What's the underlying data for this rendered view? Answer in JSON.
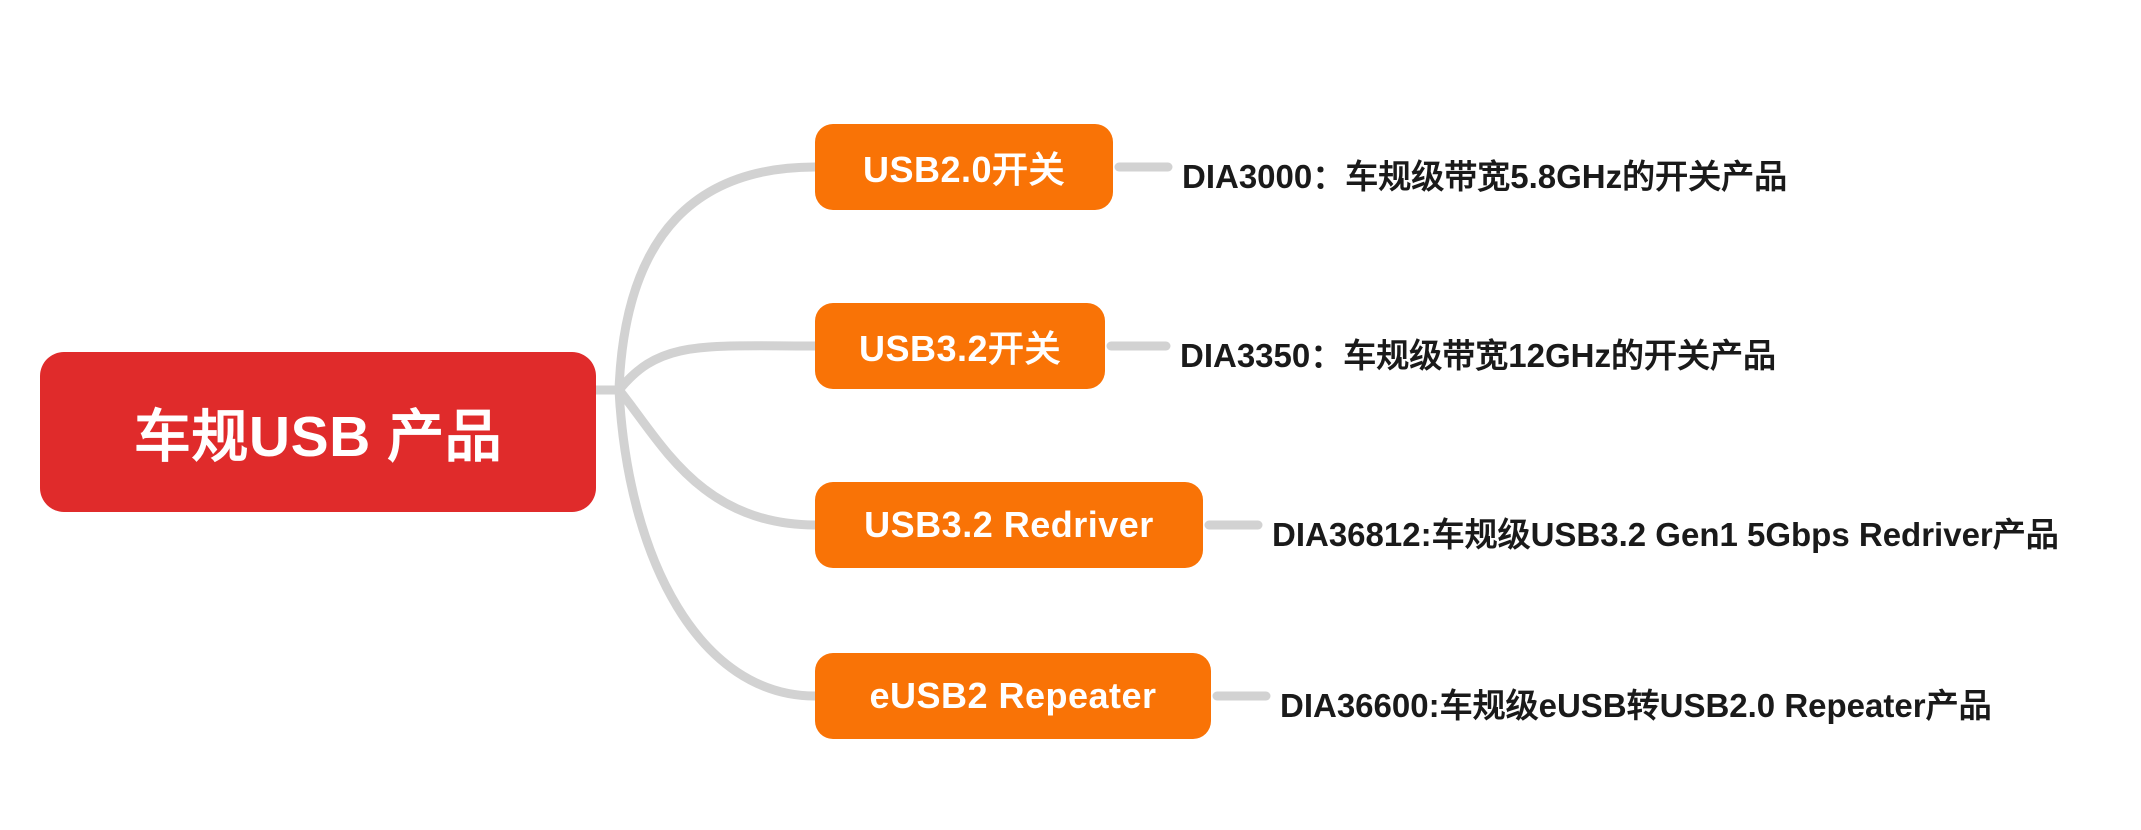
{
  "diagram": {
    "type": "mind-map",
    "orientation": "left-to-right",
    "background_color": "#FFFFFF",
    "connector_color": "#D2D2D2",
    "root": {
      "label": "车规USB 产品",
      "color": "#E02B2B",
      "text_color": "#FFFFFF"
    },
    "branch_color": "#F97306",
    "branch_text_color": "#FFFFFF",
    "leaf_text_color": "#1A1A1A",
    "branches": [
      {
        "label": "USB2.0开关",
        "description": "DIA3000：车规级带宽5.8GHz的开关产品"
      },
      {
        "label": "USB3.2开关",
        "description": "DIA3350：车规级带宽12GHz的开关产品"
      },
      {
        "label": "USB3.2 Redriver",
        "description": "DIA36812:车规级USB3.2 Gen1 5Gbps Redriver产品"
      },
      {
        "label": "eUSB2 Repeater",
        "description": "DIA36600:车规级eUSB转USB2.0 Repeater产品"
      }
    ]
  }
}
